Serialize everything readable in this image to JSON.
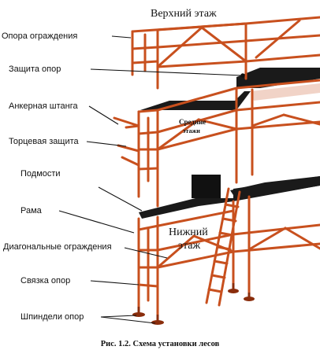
{
  "levels": {
    "upper": "Верхний этаж",
    "middle_line1": "Средние",
    "middle_line2": "этажи",
    "lower_line1": "Нижний",
    "lower_line2": "этаж"
  },
  "callouts": [
    "Опора ограждения",
    "Защита опор",
    "Анкерная штанга",
    "Торцевая защита",
    "Подмости",
    "Рама",
    "Диагональные ограждения",
    "Связка опор",
    "Шпиндели опор"
  ],
  "caption": "Рис. 1.2. Схема установки лесов",
  "colors": {
    "frame": "#c8501e",
    "frame_dark": "#8a2d0c",
    "deck": "#1a1a1a",
    "leader": "#111111"
  }
}
